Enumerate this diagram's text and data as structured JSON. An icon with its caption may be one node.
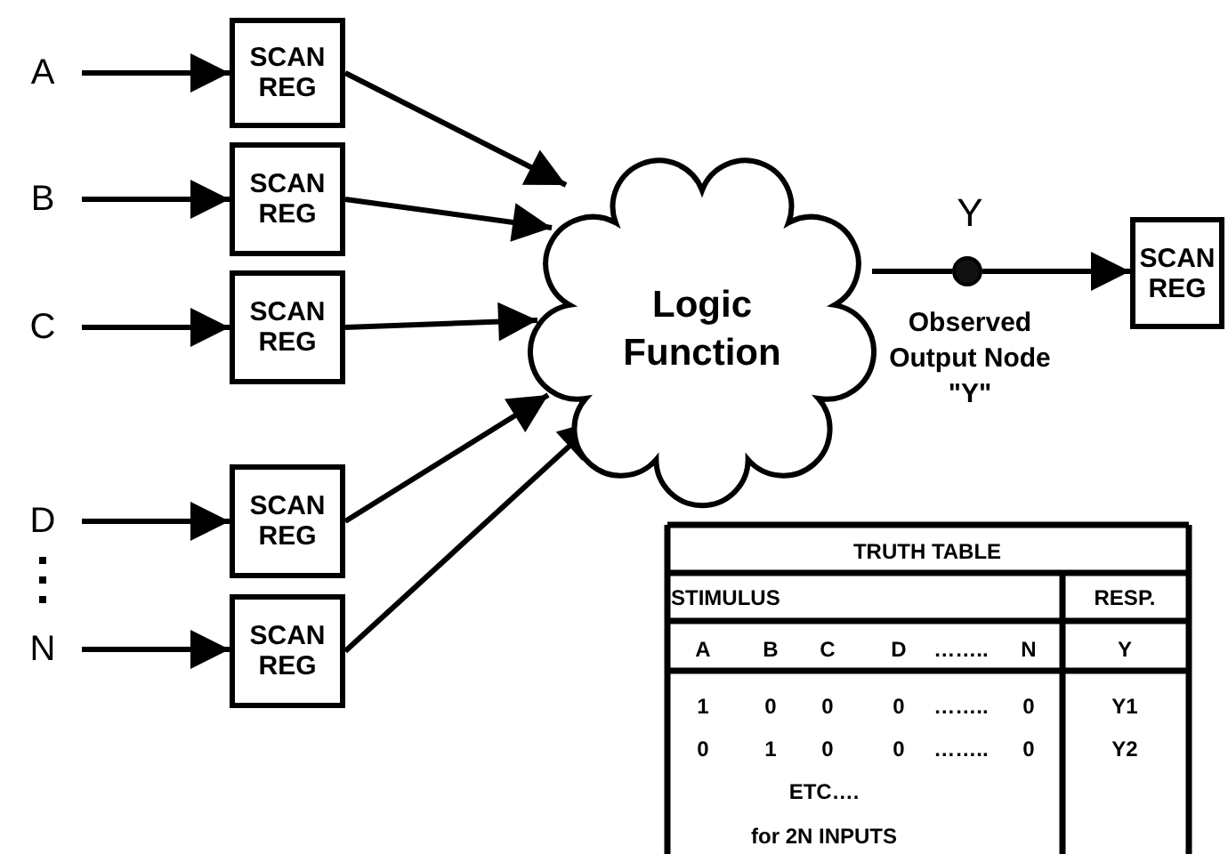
{
  "diagram": {
    "nodes": [
      {
        "text": [
          "A"
        ]
      },
      {
        "text": [
          "SCAN REG"
        ]
      },
      {
        "text": [
          "B"
        ]
      },
      {
        "text": [
          "SCAN REG"
        ]
      },
      {
        "text": [
          "C"
        ]
      },
      {
        "text": [
          "SCAN REG"
        ]
      },
      {
        "text": [
          "D"
        ]
      },
      {
        "text": [
          "SCAN REG"
        ]
      },
      {
        "text": [
          "N"
        ]
      },
      {
        "text": [
          "SCAN REG"
        ]
      },
      {
        "text": [
          "Logic Function"
        ]
      },
      {
        "text": [],
        "shape": "circle",
        "beside": [
          "Y",
          "Observed Output Node \"Y\""
        ]
      },
      {
        "text": [
          "SCAN REG"
        ]
      }
    ],
    "edges": [
      {
        "from": 0,
        "to": 1,
        "arrow": "to"
      },
      {
        "from": 2,
        "to": 3,
        "arrow": "to"
      },
      {
        "from": 4,
        "to": 5,
        "arrow": "to"
      },
      {
        "from": 6,
        "to": 7,
        "arrow": "to"
      },
      {
        "from": 8,
        "to": 9,
        "arrow": "to"
      },
      {
        "from": 1,
        "to": 10,
        "arrow": "to"
      },
      {
        "from": 3,
        "to": 10,
        "arrow": "to"
      },
      {
        "from": 5,
        "to": 10,
        "arrow": "to"
      },
      {
        "from": 7,
        "to": 10,
        "arrow": "to"
      },
      {
        "from": 9,
        "to": 10,
        "arrow": "to"
      },
      {
        "from": 10,
        "to": 11,
        "arrow": "none"
      },
      {
        "from": 11,
        "to": 12,
        "arrow": "to"
      }
    ],
    "labels": [
      "TRUTH TABLE",
      "STIMULUS",
      "RESP.",
      "A",
      "B",
      "C",
      "D",
      "……..",
      "N",
      "Y",
      "1",
      "0",
      "0",
      "0",
      "……..",
      "0",
      "Y1",
      "0",
      "1",
      "0",
      "0",
      "……..",
      "0",
      "Y2",
      "ETC….",
      "for 2N INPUTS"
    ]
  }
}
